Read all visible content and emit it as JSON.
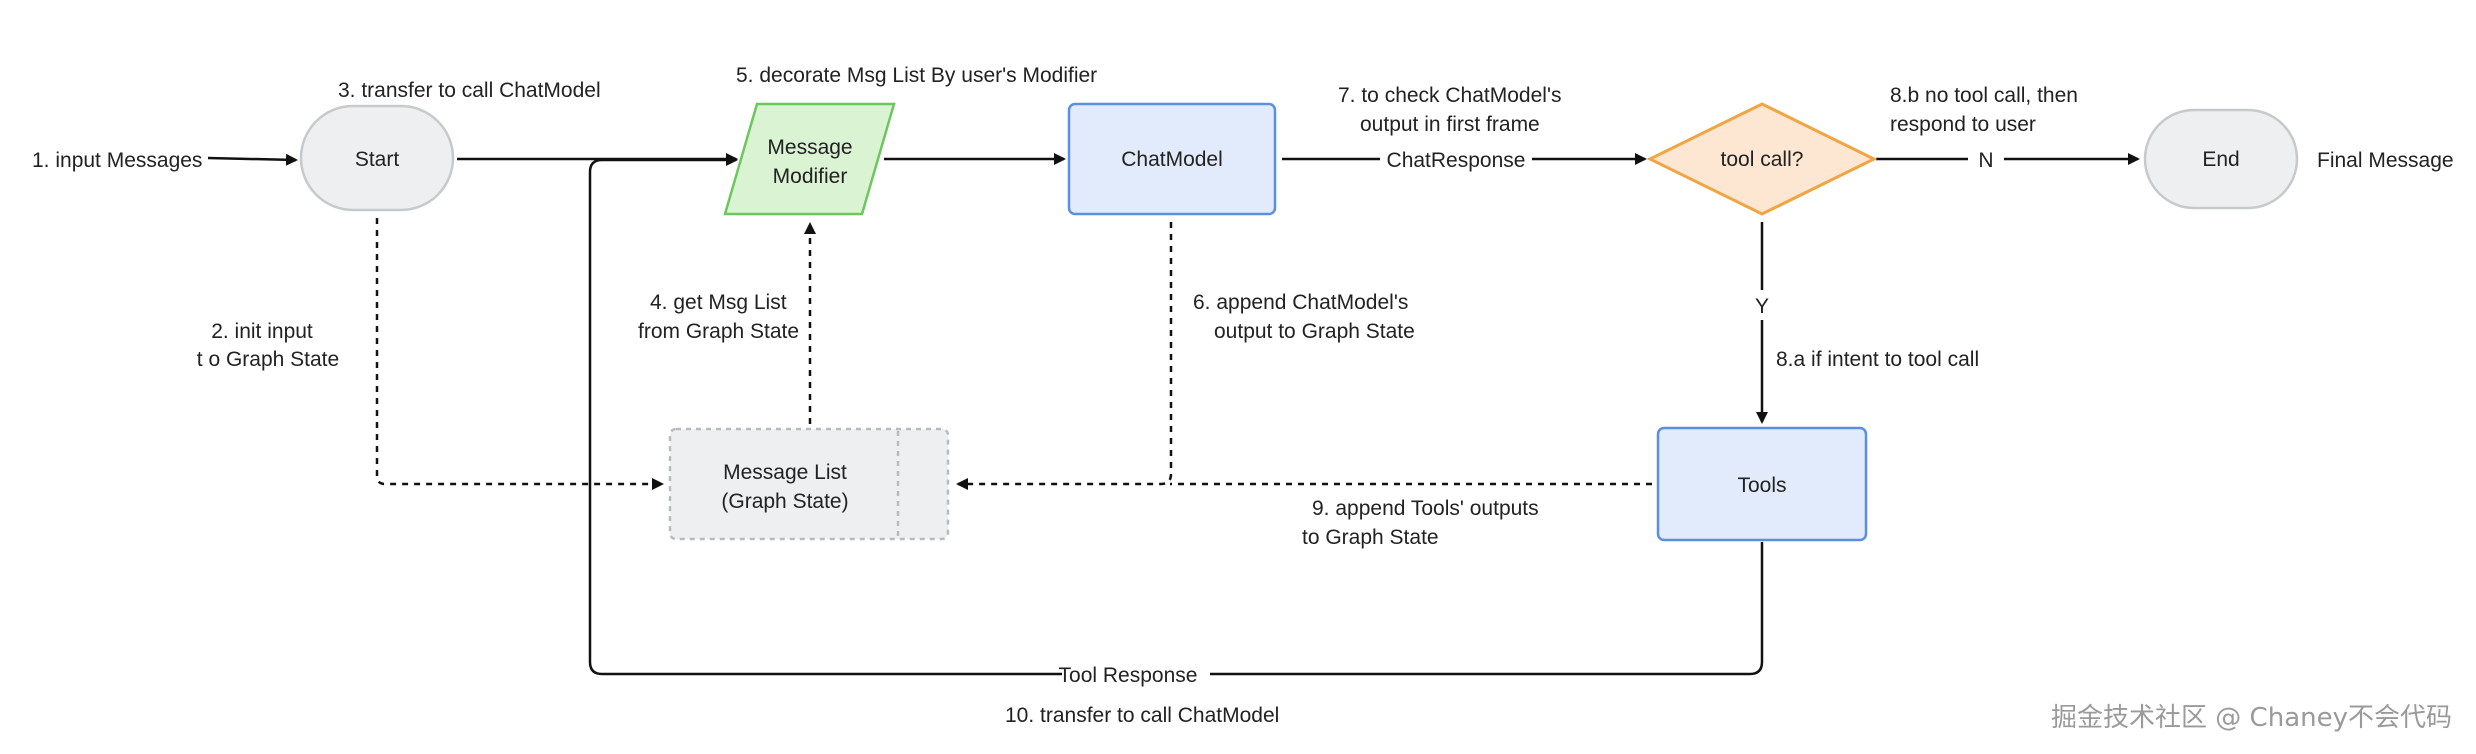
{
  "nodes": {
    "start": "Start",
    "message_modifier": [
      "Message",
      "Modifier"
    ],
    "chat_model": "ChatModel",
    "tool_call": "tool call?",
    "end": "End",
    "tools": "Tools",
    "message_list": [
      "Message List",
      "(Graph State)"
    ]
  },
  "labels": {
    "input_messages": "1. input Messages",
    "init_input": [
      "2. init input",
      "t o Graph State"
    ],
    "transfer_to_call": "3. transfer to call ChatModel",
    "get_msg_list": [
      "4. get Msg List",
      "from Graph State"
    ],
    "decorate": "5. decorate Msg List By user's Modifier",
    "append_chatmodel": [
      "6. append ChatModel's",
      "output to Graph State"
    ],
    "check_chatmodel": [
      "7. to check ChatModel's",
      "output in first frame"
    ],
    "chat_response": "ChatResponse",
    "intent_tool_call": "8.a if intent to tool  call",
    "no_tool_call": [
      "8.b no tool call, then",
      "respond to user"
    ],
    "branch_n": "N",
    "branch_y": "Y",
    "final_message": "Final Message",
    "append_tools": [
      "9. append Tools' outputs",
      "to Graph State"
    ],
    "tool_response": "Tool Response",
    "transfer_call_chatmodel": "10. transfer to  call ChatModel"
  },
  "watermark": "掘金技术社区 @ Chaney不会代码",
  "colors": {
    "terminal_fill": "#eeeff1",
    "terminal_stroke": "#c7c9cc",
    "modifier_fill": "#d9f3d3",
    "modifier_stroke": "#6cc75f",
    "process_fill": "#e2ebfb",
    "process_stroke": "#5b8fe0",
    "decision_fill": "#fde6d2",
    "decision_stroke": "#f0a442",
    "state_fill": "#eeeff1",
    "state_stroke": "#b8babd",
    "edge": "#111111"
  }
}
